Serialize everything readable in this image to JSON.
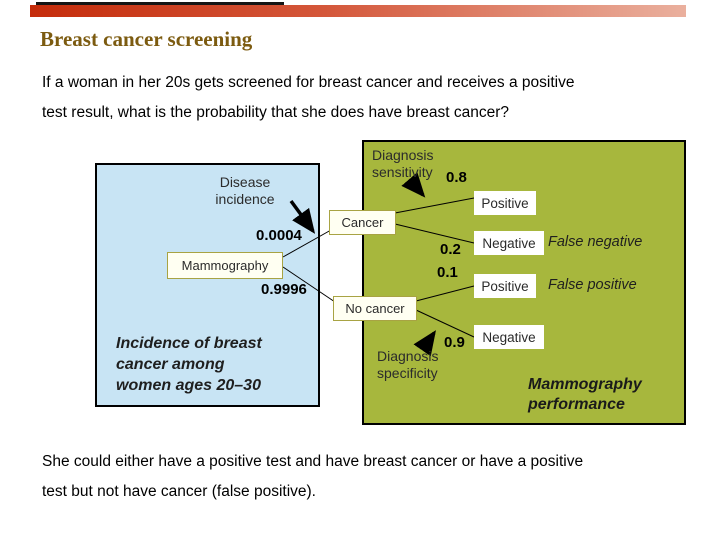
{
  "header": {
    "title": "Breast cancer screening"
  },
  "intro": [
    "If a woman in her 20s gets screened for breast cancer and receives a positive",
    "test result, what is the probability that she does have breast cancer?"
  ],
  "footer": [
    "She could either have a positive test and have breast cancer or have a positive",
    "test but not have cancer (false positive)."
  ],
  "diagram": {
    "root_label": "Mammography",
    "disease_incidence_label": [
      "Disease",
      "incidence"
    ],
    "incidence_prob": "0.0004",
    "no_disease_prob": "0.9996",
    "cancer_node": "Cancer",
    "no_cancer_node": "No cancer",
    "sensitivity_label": [
      "Diagnosis",
      "sensitivity"
    ],
    "specificity_label": [
      "Diagnosis",
      "specificity"
    ],
    "branches": {
      "cancer": [
        {
          "prob": "0.8",
          "label": "Positive",
          "note": ""
        },
        {
          "prob": "0.2",
          "label": "Negative",
          "note": "False negative"
        }
      ],
      "no_cancer": [
        {
          "prob": "0.1",
          "label": "Positive",
          "note": "False positive"
        },
        {
          "prob": "0.9",
          "label": "Negative",
          "note": ""
        }
      ]
    },
    "blue_caption": [
      "Incidence of breast",
      "cancer among",
      "women ages 20–30"
    ],
    "olive_caption": [
      "Mammography",
      "performance"
    ]
  },
  "colors": {
    "accent_bar_start": "#c52c0b",
    "accent_bar_end": "#eab09e",
    "title_text": "#7c5b10",
    "blue_panel": "#c8e4f4",
    "olive_panel": "#a7b73d",
    "node_box_fill": "#fffff2",
    "node_box_border": "#a8a343"
  }
}
